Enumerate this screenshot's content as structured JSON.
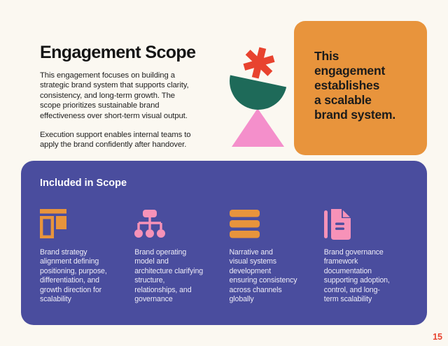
{
  "slide": {
    "title": "Engagement Scope",
    "paragraph_1": "This engagement focuses on building a\nstrategic brand system that supports clarity,\nconsistency, and long-term growth. The\nscope prioritizes sustainable brand\neffectiveness over short-term visual output.",
    "paragraph_2": "Execution support enables internal teams to\napply the brand confidently after handover.",
    "page_number": "15"
  },
  "callout": {
    "text": "This\nengagement\nestablishes\na scalable\nbrand system."
  },
  "scope_panel": {
    "heading": "Included in Scope",
    "items": [
      {
        "icon": "layout-blocks-icon",
        "icon_color": "#E8943C",
        "text": "Brand strategy\nalignment defining\npositioning, purpose,\ndifferentiation, and\ngrowth direction for\nscalability"
      },
      {
        "icon": "org-chart-icon",
        "icon_color": "#F792B8",
        "text": "Brand operating\nmodel and\narchitecture clarifying\nstructure,\nrelationships, and\ngovernance"
      },
      {
        "icon": "stacked-bars-icon",
        "icon_color": "#E8943C",
        "text": "Narrative and\nvisual systems\ndevelopment\nensuring consistency\nacross channels\nglobally"
      },
      {
        "icon": "document-icon",
        "icon_color": "#F792B8",
        "text": "Brand governance\nframework\ndocumentation\nsupporting adoption,\ncontrol, and long-\nterm scalability"
      }
    ]
  },
  "decorative_shapes": [
    "asterisk-shape",
    "semicircle-shape",
    "triangle-shape"
  ],
  "colors": {
    "background": "#FBF8F1",
    "ink": "#1B1B1B",
    "orange": "#E8943C",
    "purple_panel": "#4A4D9E",
    "red_accent": "#E8432F",
    "teal": "#1E6A59",
    "pink_shape": "#F48FCB",
    "pink_icon": "#F792B8",
    "panel_text": "#EDEBF7"
  }
}
